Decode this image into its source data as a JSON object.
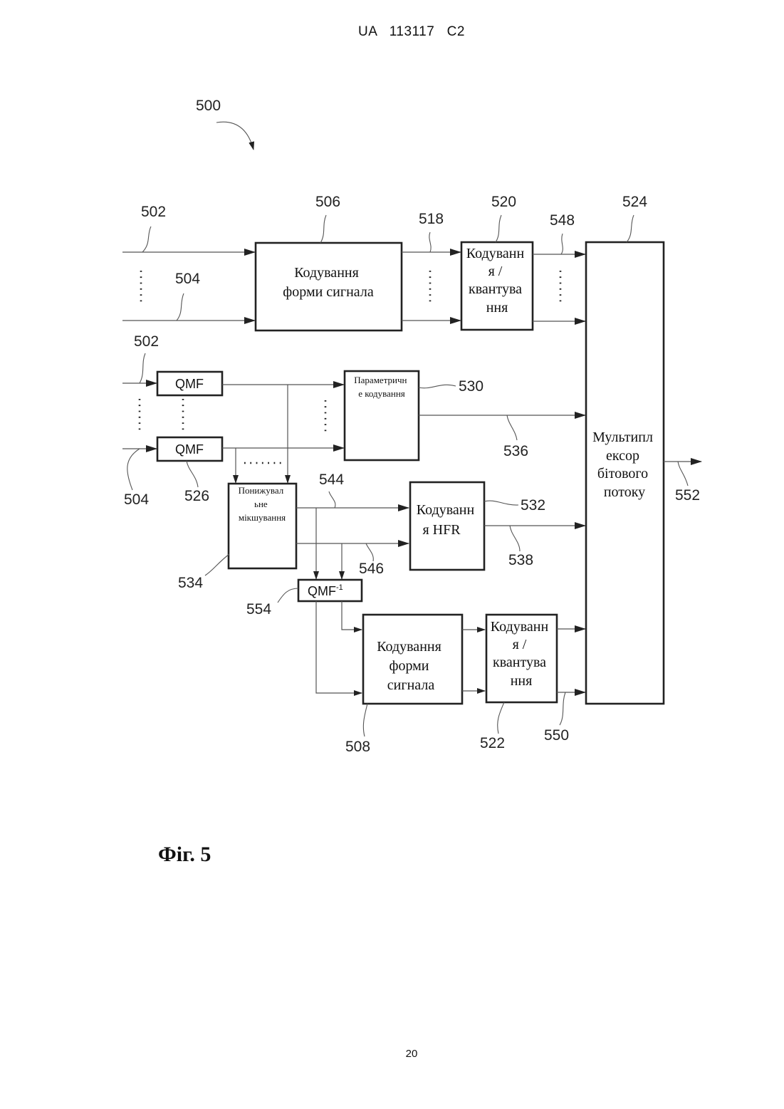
{
  "header": {
    "patent_number": "UA   113117   C2"
  },
  "figure": {
    "caption": "Фіг. 5",
    "page_number": "20"
  },
  "refs": {
    "r500": "500",
    "r502a": "502",
    "r504a": "504",
    "r506": "506",
    "r518": "518",
    "r520": "520",
    "r548": "548",
    "r524": "524",
    "r502b": "502",
    "r530": "530",
    "r536": "536",
    "r504b": "504",
    "r526": "526",
    "r544": "544",
    "r532": "532",
    "r538": "538",
    "r546": "546",
    "r534": "534",
    "r554": "554",
    "r508": "508",
    "r522": "522",
    "r550": "550",
    "r552": "552"
  },
  "blocks": {
    "waveform_top": [
      "Кодування",
      "форми сигнала"
    ],
    "quant_top": [
      "Кодуванн",
      "я /",
      "квантува",
      "ння"
    ],
    "qmf_upper": "QMF",
    "qmf_lower": "QMF",
    "parametric": [
      "Параметричн",
      "е кодування"
    ],
    "downmix": [
      "Понижувал",
      "ьне",
      "мікшування"
    ],
    "hfr": [
      "Кодуванн",
      "я HFR"
    ],
    "qmf_inverse": {
      "base": "QMF",
      "superscript": "-1"
    },
    "waveform_bottom": [
      "Кодування",
      "форми",
      "сигнала"
    ],
    "quant_bottom": [
      "Кодуванн",
      "я /",
      "квантува",
      "ння"
    ],
    "multiplexer": [
      "Мультипл",
      "ексор",
      "бітового",
      "потоку"
    ]
  }
}
